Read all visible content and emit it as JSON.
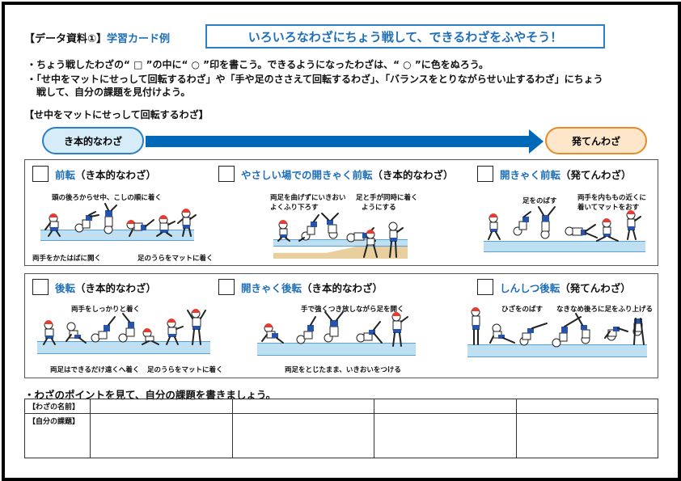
{
  "header": {
    "label_bracket": "【データ資料①】",
    "label_blue": "学習カード例",
    "title": "いろいろなわざにちょう戦して、できるわざをふやそう！"
  },
  "instructions": [
    "・ちょう戦したわざの“ □ ”の中に“ ○ ”印を書こう。できるようになったわざは、“ ○ ”に色をぬろう。",
    "・「せ中をマットにせっして回転するわざ」や「手や足のささえて回転するわざ」、「バランスをとりながらせい止するわざ」にちょう",
    "　戦して、自分の課題を見付けよう。"
  ],
  "section_title": "【せ中をマットにせっして回転するわざ】",
  "progression": {
    "basic_label": "き本的なわざ",
    "advanced_label": "発てんわざ"
  },
  "skills_row1": [
    {
      "name": "前転",
      "level": "（き本的なわざ）",
      "notes": [
        "頭の後ろからせ中、こしの順に着く",
        "両手をかたはばに開く",
        "足のうらをマットに着く"
      ]
    },
    {
      "name": "やさしい場での開きゃく前転",
      "level": "（き本的なわざ）",
      "notes": [
        "両足を曲げずにいきおい",
        "よくふり下ろす",
        "足と手が同時に着く",
        "ようにする"
      ]
    },
    {
      "name": "開きゃく前転",
      "level": "（発てんわざ）",
      "notes": [
        "足をのばす",
        "両手を内ももの近くに",
        "着いてマットをおす"
      ]
    }
  ],
  "skills_row2": [
    {
      "name": "後転",
      "level": "（き本的なわざ）",
      "notes": [
        "両手をしっかりと着く",
        "両足はできるだけ遠くへ着く",
        "足のうらをマットに着く"
      ]
    },
    {
      "name": "開きゃく後転",
      "level": "（き本的なわざ）",
      "notes": [
        "手で強くつき放しながら足を開く",
        "両足をとじたまま、いきおいをつける"
      ]
    },
    {
      "name": "しんしつ後転",
      "level": "（発てんわざ）",
      "notes": [
        "ひざをのばす",
        "なきなめ後ろに足をふり上げる"
      ]
    }
  ],
  "points": {
    "title": "・わざのポイントを見て、自分の課題を書きましょう。",
    "row_labels": [
      "【わざの名前】",
      "【自分の課題】"
    ]
  },
  "colors": {
    "accent_blue": "#1e6fb8",
    "arrow_blue": "#0068b7",
    "basic_fill": "#d7ecf9",
    "advanced_fill": "#fde6c9",
    "mat_blue": "#bfe0f3"
  }
}
